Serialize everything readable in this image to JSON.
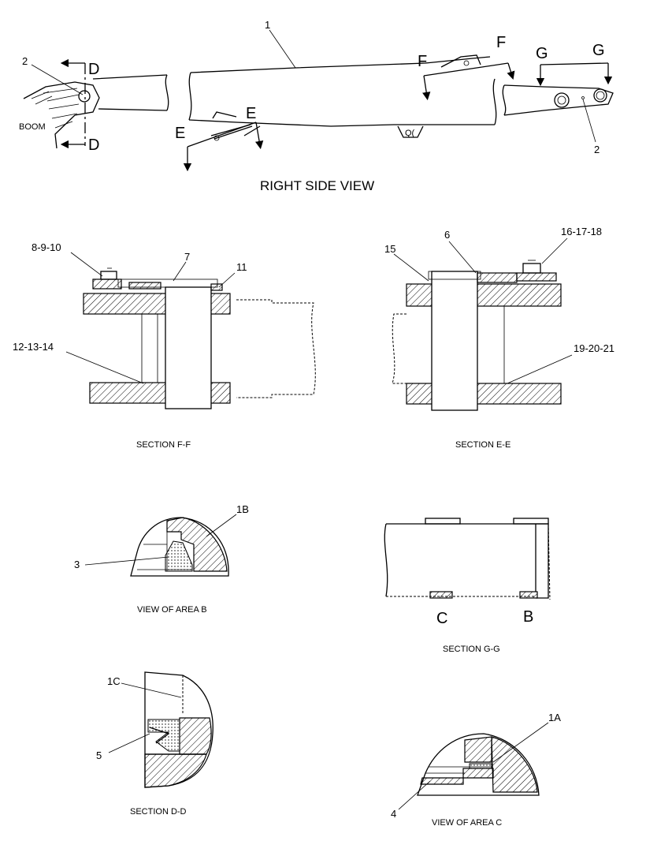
{
  "labels": {
    "right_side_view": "RIGHT SIDE VIEW",
    "boom": "BOOM",
    "section_ff": "SECTION F-F",
    "section_ee": "SECTION E-E",
    "view_area_b": "VIEW OF AREA B",
    "section_gg": "SECTION G-G",
    "section_dd": "SECTION D-D",
    "view_area_c": "VIEW OF AREA C"
  },
  "section_markers": {
    "d_top": "D",
    "d_bottom": "D",
    "e_left": "E",
    "e_right": "E",
    "f_left": "F",
    "f_right": "F",
    "g_left": "G",
    "g_right": "G",
    "b": "B",
    "c": "C"
  },
  "callouts": {
    "p1": "1",
    "p2_left": "2",
    "p2_right": "2",
    "p8_9_10": "8-9-10",
    "p7": "7",
    "p11": "11",
    "p12_13_14": "12-13-14",
    "p15": "15",
    "p6": "6",
    "p16_17_18": "16-17-18",
    "p19_20_21": "19-20-21",
    "p1B": "1B",
    "p3": "3",
    "p1C": "1C",
    "p5": "5",
    "p1A": "1A",
    "p4": "4"
  }
}
